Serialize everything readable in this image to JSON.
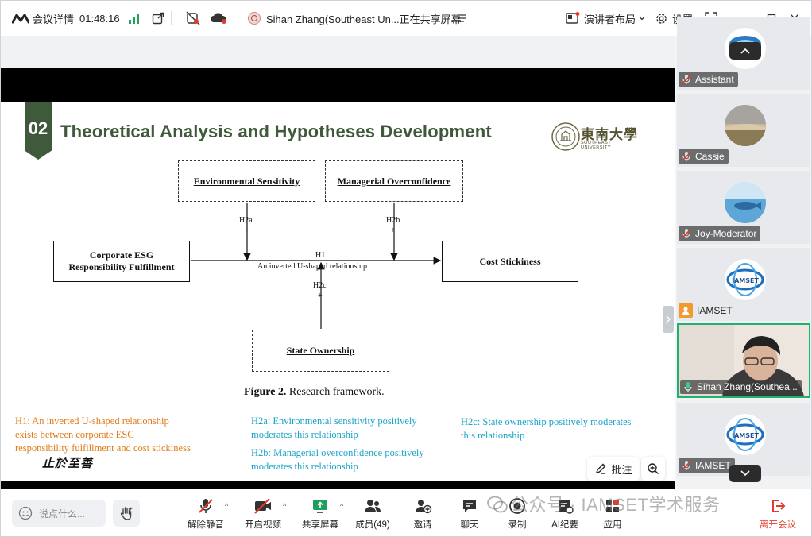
{
  "topbar": {
    "meeting_details": "会议详情",
    "elapsed_time": "01:48:16",
    "share_status": "Sihan Zhang(Southeast Un...正在共享屏幕",
    "layout_label": "演讲者布局",
    "settings_label": "设置"
  },
  "slide": {
    "section_number": "02",
    "title": "Theoretical Analysis and Hypotheses Development",
    "university_name": "東南大學",
    "university_name_en": "SOUTHEAST UNIVERSITY",
    "boxes": {
      "env": "Environmental Sensitivity",
      "mgr": "Managerial Overconfidence",
      "esg_line1": "Corporate ESG",
      "esg_line2": "Responsibility Fulfillment",
      "cost": "Cost Stickiness",
      "state": "State Ownership"
    },
    "labels": {
      "h2a": "H2a",
      "h2b": "H2b",
      "h2c": "H2c",
      "plus": "+",
      "h1": "H1",
      "h1_desc": "An inverted U-shaped relationship"
    },
    "figure_caption_bold": "Figure 2.",
    "figure_caption_text": " Research framework.",
    "hypotheses": {
      "h1": [
        "H1: An inverted U-shaped relationship",
        "exists between corporate ESG",
        "responsibility fulfillment and cost stickiness"
      ],
      "h2a": [
        "H2a: Environmental sensitivity positively",
        "moderates this relationship"
      ],
      "h2b": [
        "H2b: Managerial overconfidence positively",
        "moderates this relationship"
      ],
      "h2c": [
        "H2c: State ownership positively moderates",
        "this relationship"
      ]
    },
    "motto": "止於至善",
    "annotate_label": "批注"
  },
  "participants": [
    {
      "name": "Assistant"
    },
    {
      "name": "Cassie"
    },
    {
      "name": "Joy-Moderator"
    },
    {
      "name": "IAMSET"
    },
    {
      "name": "Sihan Zhang(Southea..."
    },
    {
      "name": "IAMSET"
    }
  ],
  "avatar_text": "IAMSET",
  "bottombar": {
    "chat_placeholder": "说点什么...",
    "unmute": "解除静音",
    "start_video": "开启视频",
    "share_screen": "共享屏幕",
    "members": "成员(49)",
    "invite": "邀请",
    "chat": "聊天",
    "record": "录制",
    "ai_minutes": "AI纪要",
    "apps": "应用",
    "leave": "离开会议",
    "watermark": "公众号 · IAMSET学术服务"
  },
  "colors": {
    "accent_green": "#3f5a3a",
    "hyp_orange": "#e07b18",
    "hyp_blue": "#1aa4c8",
    "leave_red": "#e23b2e",
    "signal_green": "#23a45b"
  }
}
